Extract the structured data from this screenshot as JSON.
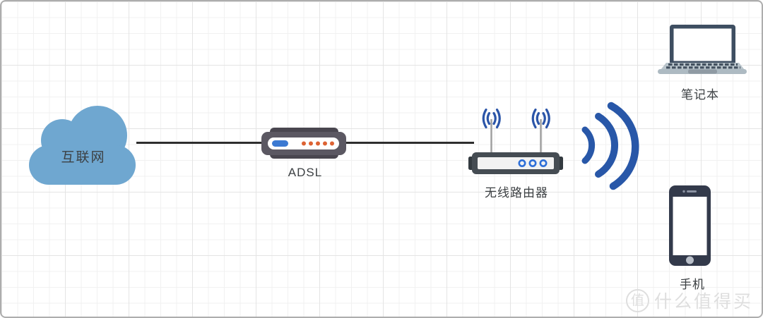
{
  "diagram": {
    "nodes": {
      "internet": {
        "label": "互联网",
        "type": "cloud"
      },
      "adsl": {
        "label": "ADSL",
        "type": "adsl-modem"
      },
      "router": {
        "label": "无线路由器",
        "type": "wireless-router"
      },
      "laptop": {
        "label": "笔记本",
        "type": "laptop"
      },
      "phone": {
        "label": "手机",
        "type": "smartphone"
      }
    },
    "connections": [
      {
        "from": "internet",
        "to": "adsl",
        "style": "solid-line"
      },
      {
        "from": "adsl",
        "to": "router",
        "style": "solid-line"
      },
      {
        "from": "router",
        "to": "laptop",
        "style": "wifi-wireless"
      },
      {
        "from": "router",
        "to": "phone",
        "style": "wifi-wireless"
      }
    ],
    "colors": {
      "cloud_blue": "#6FA7D0",
      "wifi_blue": "#2857A8",
      "led_blue": "#3B79D2",
      "led_orange": "#DD6334",
      "device_dark": "#3E4E61",
      "line_dark": "#2E2E2E",
      "label_text": "#3C4043"
    }
  },
  "watermark": {
    "badge": "值",
    "text": "什么值得买"
  }
}
